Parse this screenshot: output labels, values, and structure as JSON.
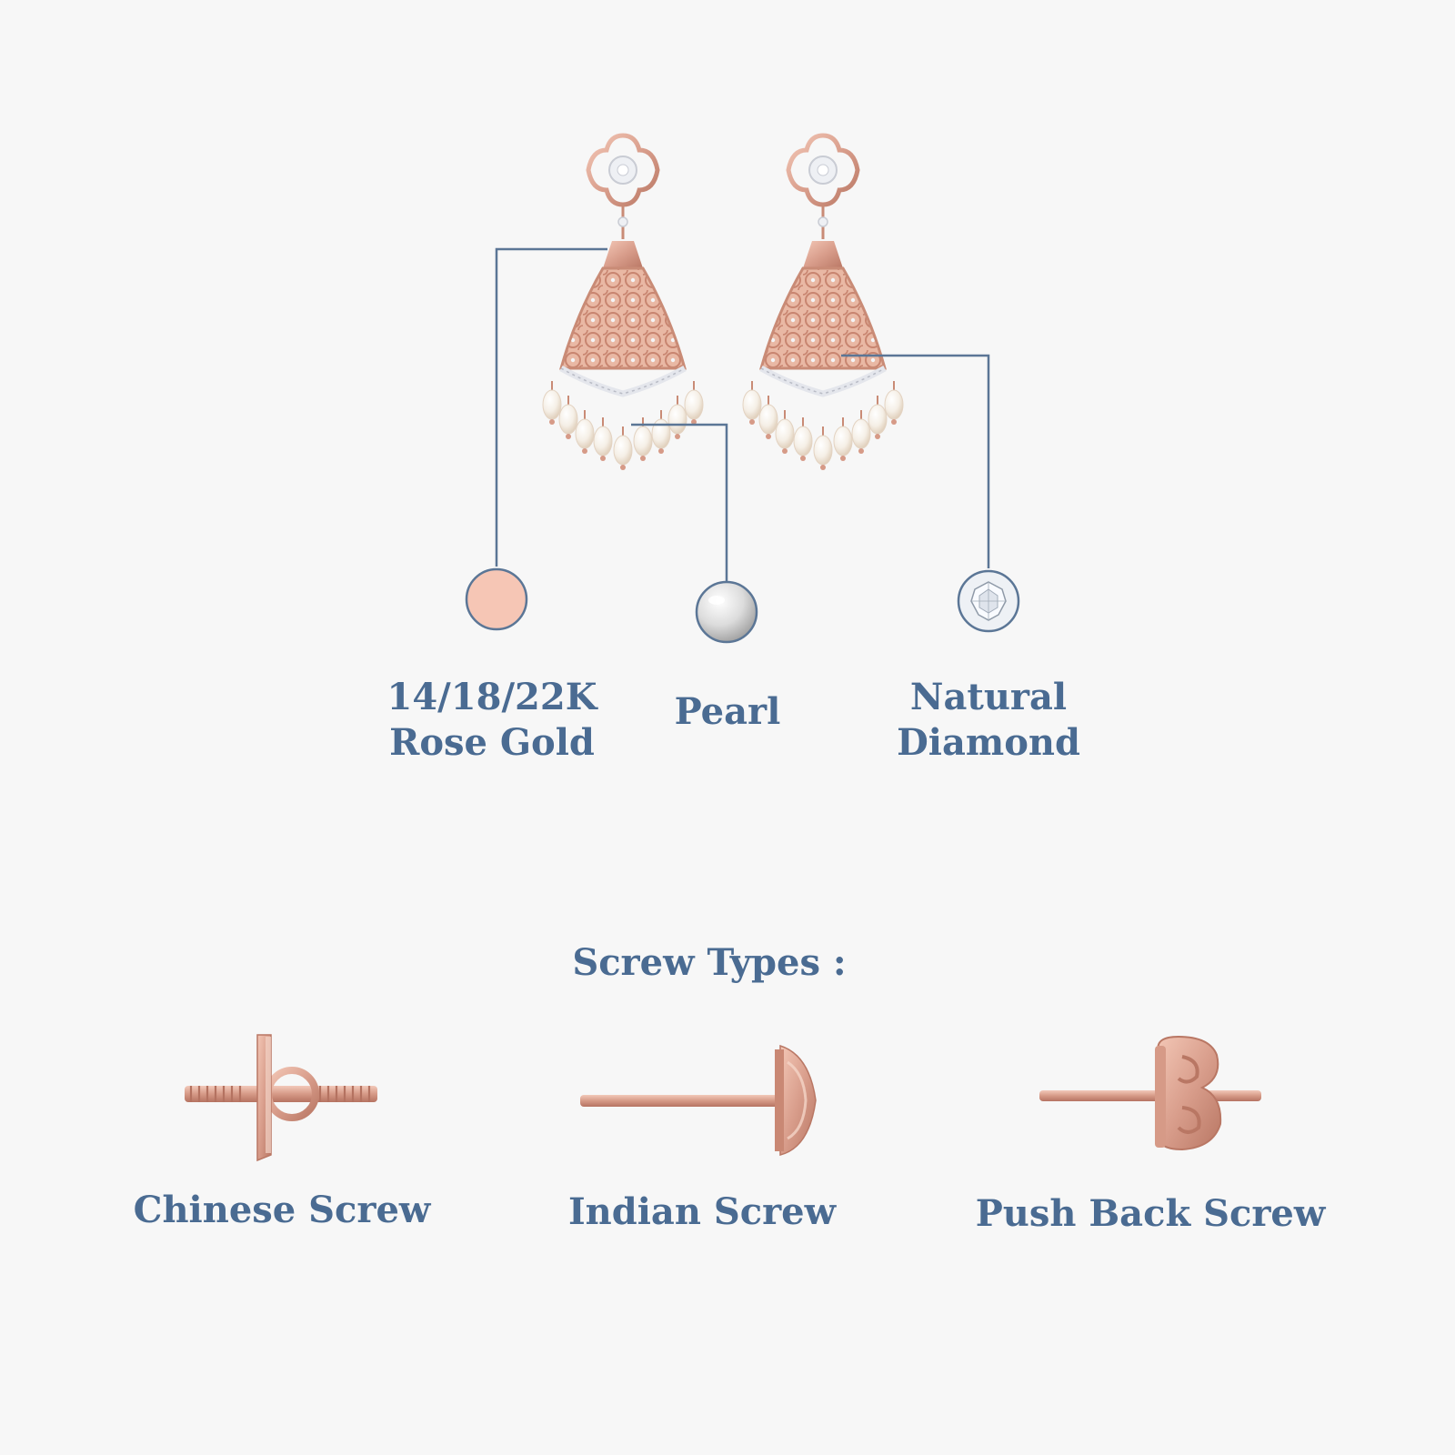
{
  "colors": {
    "background": "#f7f7f7",
    "text": "#4a6b92",
    "connector": "#5b7696",
    "rose_gold": "#f6c6b5",
    "metal": "#d99e8c",
    "metal_dark": "#b97764",
    "pearl": "#fbf6f0",
    "diamond": "#eef1f5"
  },
  "materials": [
    {
      "id": "rose-gold",
      "lines": [
        "14/18/22K",
        "Rose Gold"
      ],
      "icon": "rose-gold-swatch-icon"
    },
    {
      "id": "pearl",
      "lines": [
        "Pearl"
      ],
      "icon": "pearl-icon"
    },
    {
      "id": "diamond",
      "lines": [
        "Natural",
        "Diamond"
      ],
      "icon": "diamond-icon"
    }
  ],
  "screw_section": {
    "title": "Screw Types :",
    "types": [
      {
        "id": "chinese",
        "label": "Chinese Screw",
        "icon": "chinese-screw-icon"
      },
      {
        "id": "indian",
        "label": "Indian Screw",
        "icon": "indian-screw-icon"
      },
      {
        "id": "push-back",
        "label": "Push Back Screw",
        "icon": "push-back-screw-icon"
      }
    ]
  }
}
